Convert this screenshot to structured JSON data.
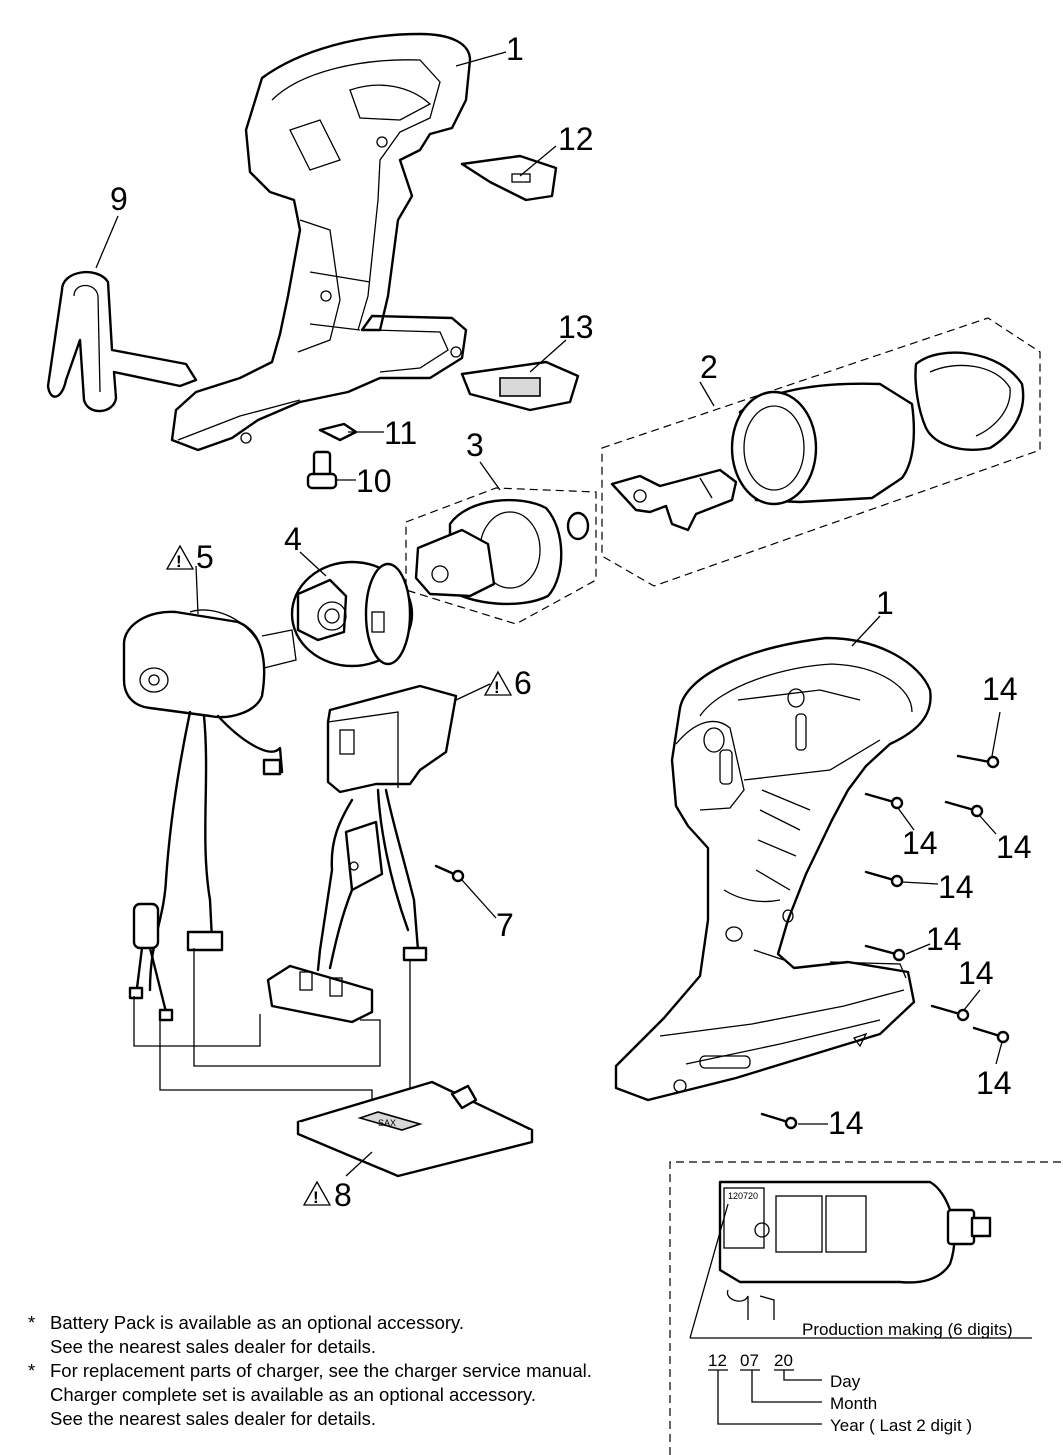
{
  "callouts": {
    "c1_top": "1",
    "c1_right": "1",
    "c2": "2",
    "c3": "3",
    "c4": "4",
    "c5": "5",
    "c6": "6",
    "c7": "7",
    "c8": "8",
    "c9": "9",
    "c10": "10",
    "c11": "11",
    "c12": "12",
    "c13": "13",
    "c14": "14"
  },
  "warning_symbol": "!",
  "inset": {
    "label_code": "120720",
    "production_label": "Production making (6 digits)",
    "date_parts": [
      "12",
      "07",
      "20"
    ],
    "day_label": "Day",
    "month_label": "Month",
    "year_label": "Year ( Last 2 digit )",
    "charger_label": "SAX"
  },
  "notes": [
    {
      "star": "*",
      "lines": [
        "Battery Pack is available as an optional accessory.",
        "See the nearest sales dealer for details."
      ]
    },
    {
      "star": "*",
      "lines": [
        "For replacement parts of charger, see the charger service manual.",
        "Charger complete set is available as an optional accessory.",
        "See the nearest sales dealer for details."
      ]
    }
  ]
}
